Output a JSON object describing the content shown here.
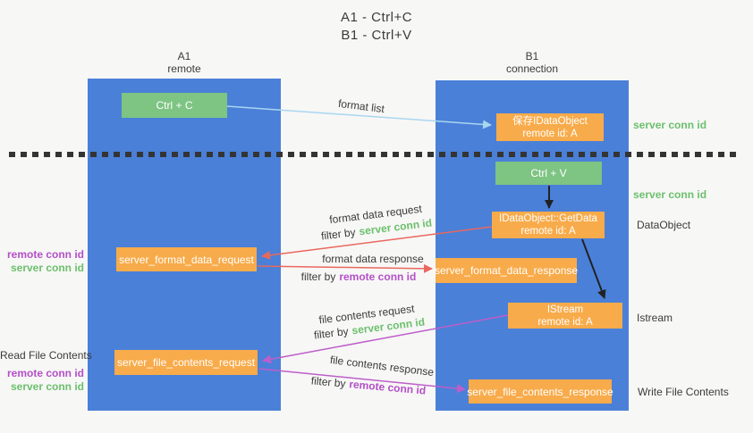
{
  "title": {
    "line1": "A1 - Ctrl+C",
    "line2": "B1 - Ctrl+V"
  },
  "columns": {
    "left": {
      "title": "A1",
      "subtitle": "remote"
    },
    "right": {
      "title": "B1",
      "subtitle": "connection"
    }
  },
  "nodes": {
    "ctrl_c": {
      "label": "Ctrl + C"
    },
    "ctrl_v": {
      "label": "Ctrl + V"
    },
    "save_idataobject": {
      "line1": "保存IDataObject",
      "line2": "remote id: A"
    },
    "idataobject_getdata": {
      "line1": "IDataObject::GetData",
      "line2": "remote id: A"
    },
    "server_format_data_request": {
      "label": "server_format_data_request"
    },
    "server_format_data_response": {
      "label": "server_format_data_response"
    },
    "istream": {
      "line1": "IStream",
      "line2": "remote id: A"
    },
    "server_file_contents_request": {
      "label": "server_file_contents_request"
    },
    "server_file_contents_response": {
      "label": "server_file_contents_response"
    }
  },
  "side_labels": {
    "right_server_conn_id_top": "server conn id",
    "right_server_conn_id_mid": "server conn id",
    "right_dataobject": "DataObject",
    "right_istream": "Istream",
    "right_write_file_contents": "Write File Contents",
    "left_remote_conn_id_mid": "remote conn id",
    "left_server_conn_id_mid": "server conn id",
    "left_read_file_contents": "Read File Contents",
    "left_remote_conn_id_bottom": "remote conn id",
    "left_server_conn_id_bottom": "server conn id"
  },
  "arrow_labels": {
    "format_list": "format list",
    "format_data_request": "format data request",
    "format_data_response": "format data response",
    "file_contents_request": "file contents request",
    "file_contents_response": "file contents response",
    "filter_by": "filter by",
    "filter_id_server": "server conn id",
    "filter_id_remote": "remote conn id"
  },
  "colors": {
    "background": "#f7f7f6",
    "lifeline_blue": "#4a80d8",
    "node_green": "#7ec483",
    "node_orange": "#f8ab4a",
    "arrow_lightblue": "#a9d6f0",
    "arrow_red": "#e9685e",
    "arrow_magenta": "#bd5ec9",
    "arrow_black": "#222222",
    "label_green": "#6cc06c",
    "label_purple": "#b44fc8",
    "text_dark": "#3b3b3b",
    "divider_dark": "#343434"
  }
}
